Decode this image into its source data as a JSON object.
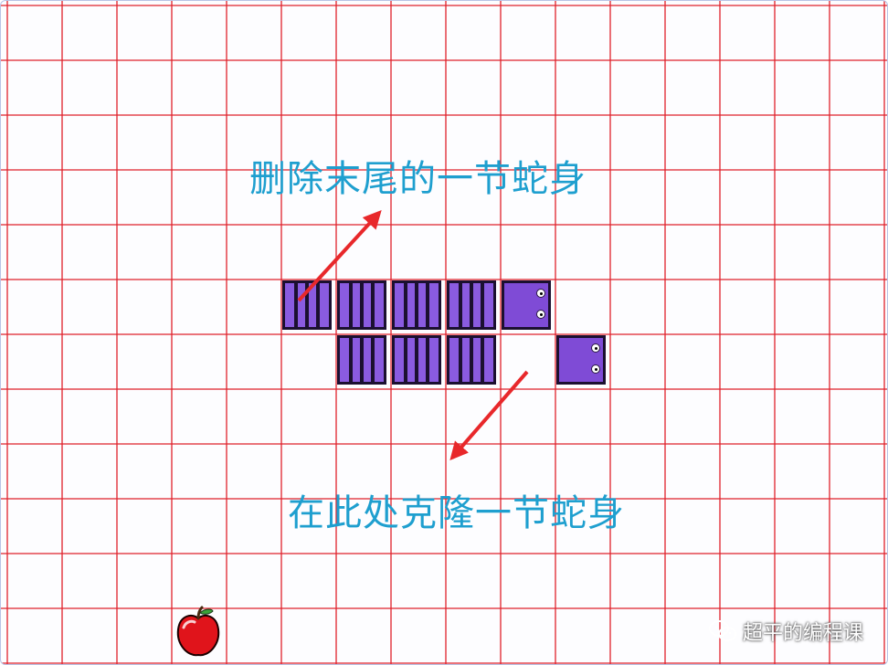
{
  "game": {
    "grid": {
      "line_color": "#e0212b",
      "background": "#fdfdff"
    },
    "snake": {
      "color": "#7f4bd6",
      "outline": "#1b1030",
      "segments": [
        {
          "type": "body",
          "col": 5,
          "row": 5
        },
        {
          "type": "body",
          "col": 6,
          "row": 5
        },
        {
          "type": "body",
          "col": 7,
          "row": 5
        },
        {
          "type": "body",
          "col": 8,
          "row": 5
        },
        {
          "type": "head",
          "col": 9,
          "row": 5
        },
        {
          "type": "body",
          "col": 6,
          "row": 6
        },
        {
          "type": "body",
          "col": 7,
          "row": 6
        },
        {
          "type": "body",
          "col": 8,
          "row": 6
        },
        {
          "type": "head",
          "col": 10,
          "row": 6
        }
      ]
    },
    "apple": {
      "icon": "apple-icon",
      "col": 3,
      "row": 11
    }
  },
  "annotations": {
    "top_text": "删除末尾的一节蛇身",
    "bottom_text": "在此处克隆一节蛇身",
    "color": "#1e9fcf",
    "arrow_color": "#e8282b"
  },
  "watermark": {
    "icon": "wechat-icon",
    "text": "超平的编程课"
  }
}
